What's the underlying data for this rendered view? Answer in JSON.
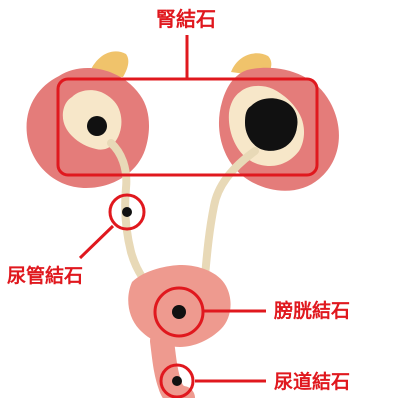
{
  "labels": {
    "kidney_stone": "腎結石",
    "ureter_stone": "尿管結石",
    "bladder_stone": "膀胱結石",
    "urethra_stone": "尿道結石"
  },
  "colors": {
    "label_red": "#e0181e",
    "kidney_outer": "#e47c7a",
    "kidney_inner": "#f7e7c9",
    "ureter": "#e8d9b7",
    "bladder": "#ee9a8f",
    "stone": "#111111",
    "adrenal": "#f0c36b"
  }
}
